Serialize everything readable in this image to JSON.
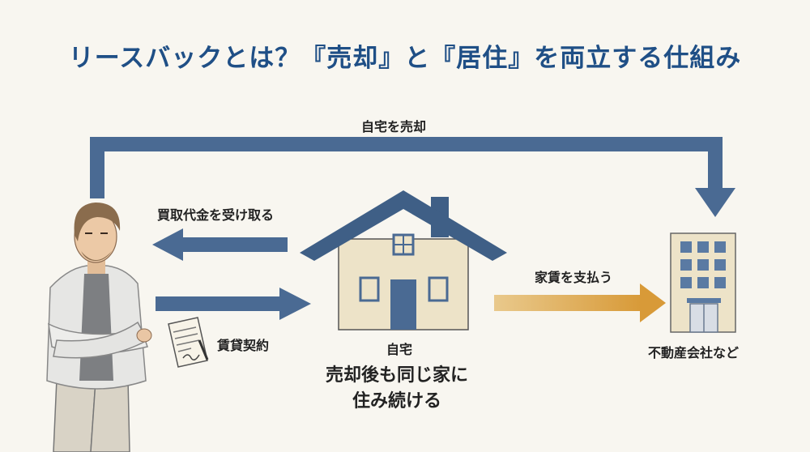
{
  "title": "リースバックとは？『売却』と『居住』を両立する仕組み",
  "labels": {
    "sell_home": "自宅を売却",
    "receive_payment": "買取代金を受け取る",
    "lease_contract": "賃貸契約",
    "pay_rent": "家賃を支払う",
    "home": "自宅",
    "company": "不動産会社など",
    "caption_line1": "売却後も同じ家に",
    "caption_line2": "住み続ける"
  },
  "colors": {
    "title": "#1f4f86",
    "arrow_blue": "#4a6a93",
    "arrow_orange": "#d89a38",
    "roof": "#3f5f86",
    "wall": "#ede3c8",
    "building": "#ede3c8"
  }
}
